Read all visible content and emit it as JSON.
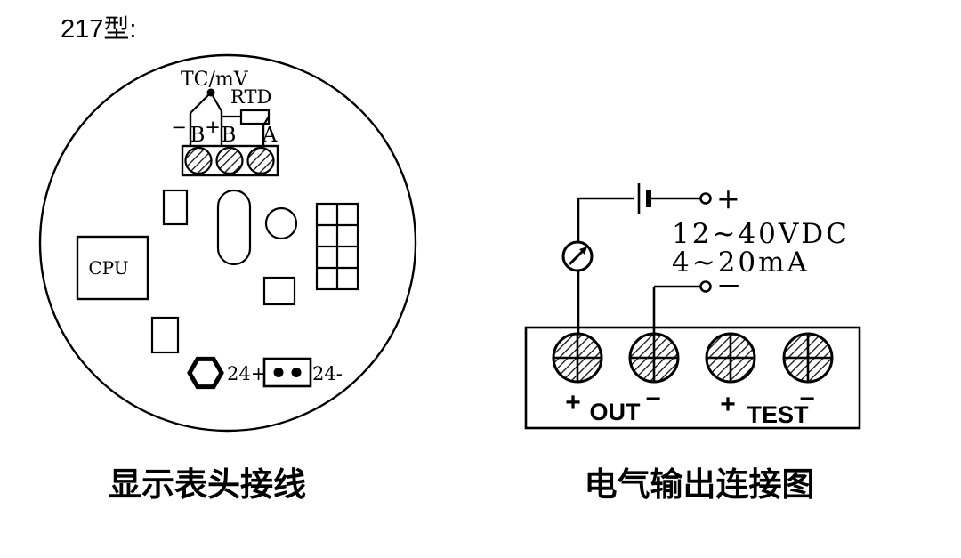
{
  "title": "217型:",
  "left_diagram": {
    "caption": "显示表头接线",
    "labels": {
      "tc_mv": "TC/mV",
      "rtd": "RTD",
      "term_minus": "−",
      "term_b1": "B",
      "term_plus": "+",
      "term_b2": "B",
      "term_a": "A",
      "cpu": "CPU",
      "pwr_plus": "24+",
      "pwr_minus": "24-"
    }
  },
  "right_diagram": {
    "caption": "电气输出连接图",
    "labels": {
      "supply_plus": "+",
      "supply_minus": "−",
      "voltage_range": "12~40VDC",
      "current_range": "4~20mA",
      "out_plus": "+",
      "out": "OUT",
      "out_minus": "−",
      "test_plus": "+",
      "test": "TEST",
      "test_minus": "−"
    }
  }
}
